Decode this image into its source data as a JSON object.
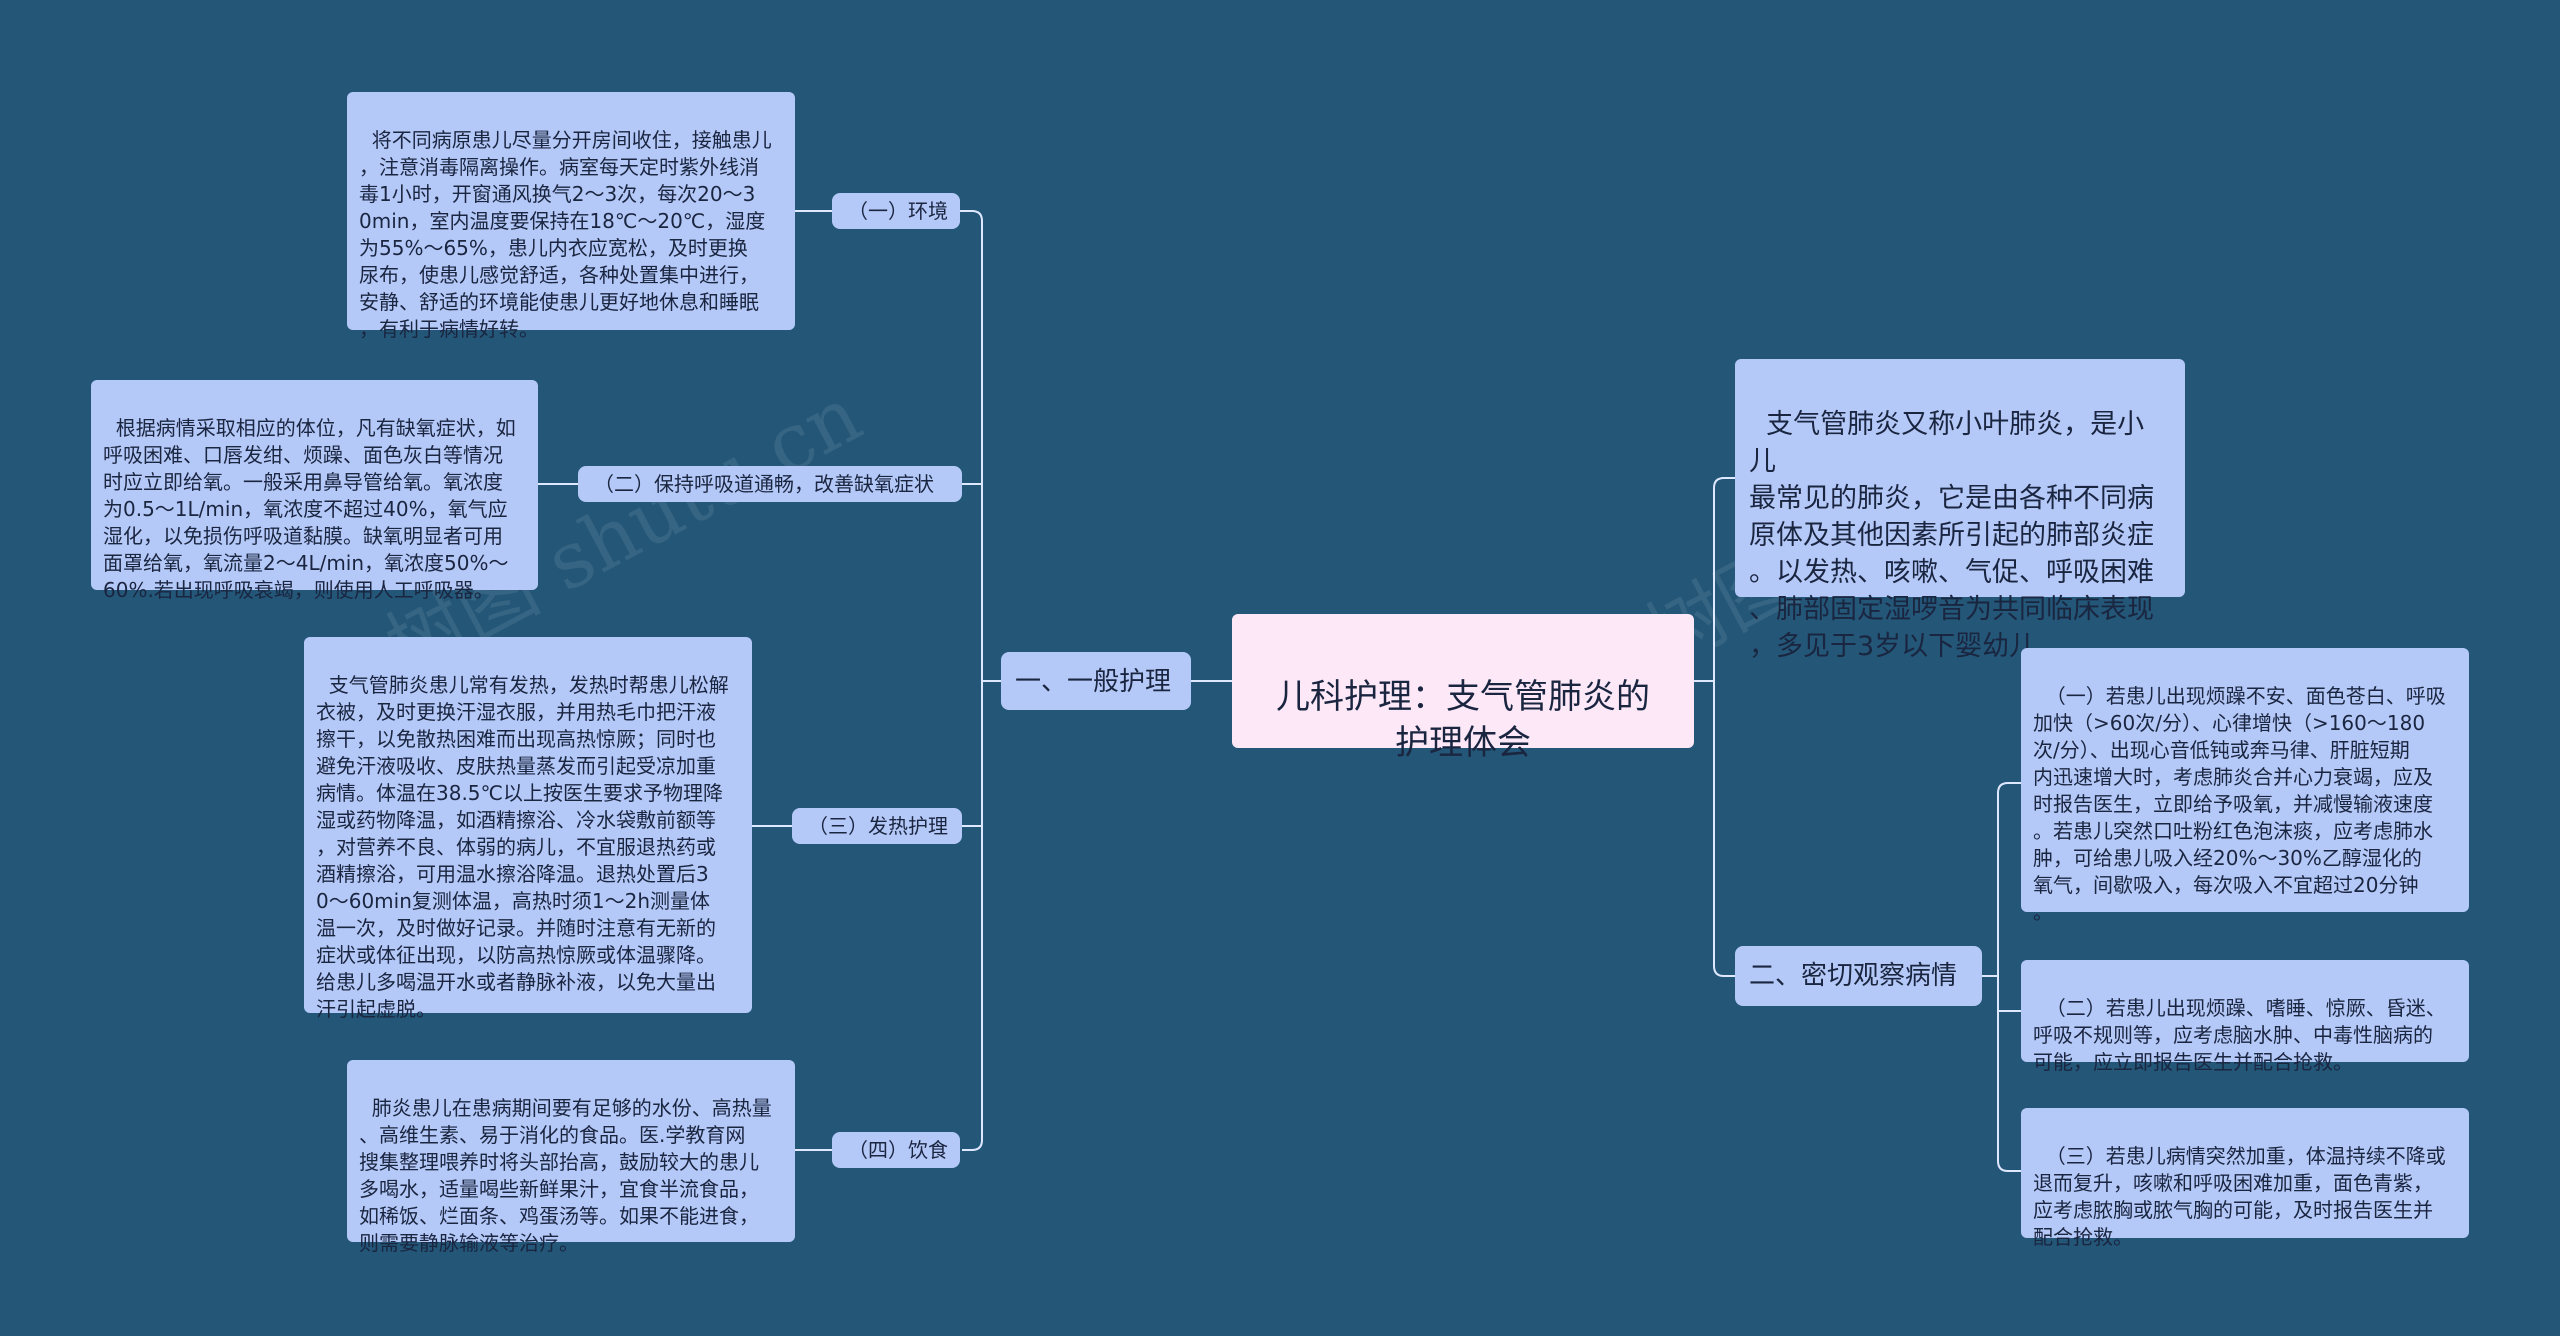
{
  "root": {
    "title": "儿科护理：支气管肺炎的\n护理体会"
  },
  "intro": "支气管肺炎又称小叶肺炎，是小儿\n最常见的肺炎，它是由各种不同病\n原体及其他因素所引起的肺部炎症\n。以发热、咳嗽、气促、呼吸困难\n、肺部固定湿啰音为共同临床表现\n，多见于3岁以下婴幼儿。",
  "branch1": {
    "label": "一、一般护理",
    "children": [
      {
        "label": "（一）环境",
        "detail": "将不同病原患儿尽量分开房间收住，接触患儿\n，注意消毒隔离操作。病室每天定时紫外线消\n毒1小时，开窗通风换气2～3次，每次20～3\n0min，室内温度要保持在18℃～20℃，湿度\n为55%～65%，患儿内衣应宽松，及时更换\n尿布，使患儿感觉舒适，各种处置集中进行，\n安静、舒适的环境能使患儿更好地休息和睡眠\n，有利于病情好转。"
      },
      {
        "label": "（二）保持呼吸道通畅，改善缺氧症状",
        "detail": "根据病情采取相应的体位，凡有缺氧症状，如\n呼吸困难、口唇发绀、烦躁、面色灰白等情况\n时应立即给氧。一般采用鼻导管给氧。氧浓度\n为0.5～1L/min，氧浓度不超过40%，氧气应\n湿化，以免损伤呼吸道黏膜。缺氧明显者可用\n面罩给氧，氧流量2～4L/min，氧浓度50%～\n60%.若出现呼吸衰竭，则使用人工呼吸器。"
      },
      {
        "label": "（三）发热护理",
        "detail": "支气管肺炎患儿常有发热，发热时帮患儿松解\n衣被，及时更换汗湿衣服，并用热毛巾把汗液\n擦干，以免散热困难而出现高热惊厥；同时也\n避免汗液吸收、皮肤热量蒸发而引起受凉加重\n病情。体温在38.5℃以上按医生要求予物理降\n湿或药物降温，如酒精擦浴、冷水袋敷前额等\n，对营养不良、体弱的病儿，不宜服退热药或\n酒精擦浴，可用温水擦浴降温。退热处置后3\n0～60min复测体温，高热时须1～2h测量体\n温一次，及时做好记录。并随时注意有无新的\n症状或体征出现，以防高热惊厥或体温骤降。\n给患儿多喝温开水或者静脉补液，以免大量出\n汗引起虚脱。"
      },
      {
        "label": "（四）饮食",
        "detail": "肺炎患儿在患病期间要有足够的水份、高热量\n、高维生素、易于消化的食品。医.学教育网\n搜集整理喂养时将头部抬高，鼓励较大的患儿\n多喝水，适量喝些新鲜果汁，宜食半流食品，\n如稀饭、烂面条、鸡蛋汤等。如果不能进食，\n则需要静脉输液等治疗。"
      }
    ]
  },
  "branch2": {
    "label": "二、密切观察病情",
    "children": [
      "（一）若患儿出现烦躁不安、面色苍白、呼吸\n加快（>60次/分）、心律增快（>160～180\n次/分）、出现心音低钝或奔马律、肝脏短期\n内迅速增大时，考虑肺炎合并心力衰竭，应及\n时报告医生，立即给予吸氧，并减慢输液速度\n。若患儿突然口吐粉红色泡沫痰，应考虑肺水\n肿，可给患儿吸入经20%～30%乙醇湿化的\n氧气，间歇吸入，每次吸入不宜超过20分钟\n。",
      "（二）若患儿出现烦躁、嗜睡、惊厥、昏迷、\n呼吸不规则等，应考虑脑水肿、中毒性脑病的\n可能，应立即报告医生并配合抢救。",
      "（三）若患儿病情突然加重，体温持续不降或\n退而复升，咳嗽和呼吸困难加重，面色青紫，\n应考虑脓胸或脓气胸的可能，及时报告医生并\n配合抢救。"
    ]
  },
  "watermark": "树图 shutu.cn",
  "colors": {
    "background": "#235677",
    "node": "#b5c9f8",
    "root": "#fde8f8",
    "line": "#dfe8ff"
  }
}
